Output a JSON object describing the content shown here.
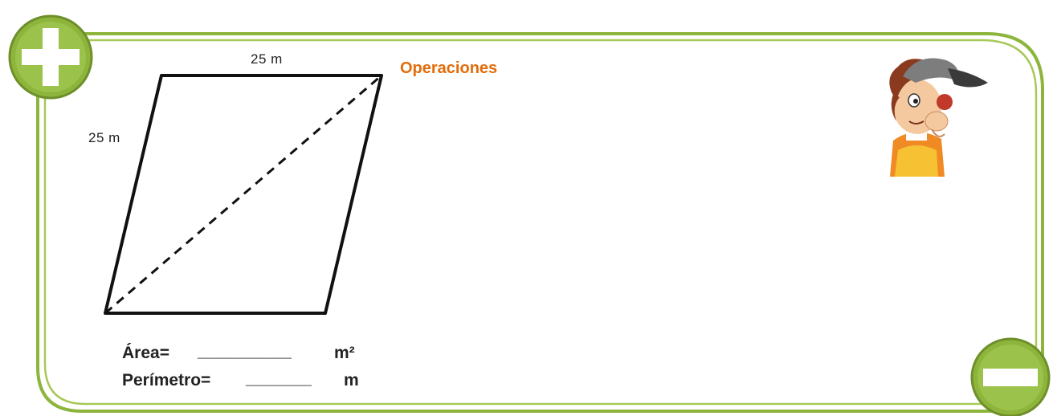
{
  "title": "Operaciones",
  "figure": {
    "side_top_label": "25 m",
    "side_left_label": "25 m"
  },
  "answers": {
    "area_label": "Área=",
    "area_blank": "__________",
    "area_unit": "m²",
    "perimeter_label": "Perímetro=",
    "perimeter_blank": "_______",
    "perimeter_unit": "m"
  },
  "colors": {
    "frame_green": "#8DB53C",
    "frame_inner": "#A7C958",
    "title_orange": "#E36C0A"
  },
  "icons": {
    "top_left": "plus-icon",
    "bottom_right": "minus-icon",
    "character": "cartoon-boy-thinking"
  }
}
